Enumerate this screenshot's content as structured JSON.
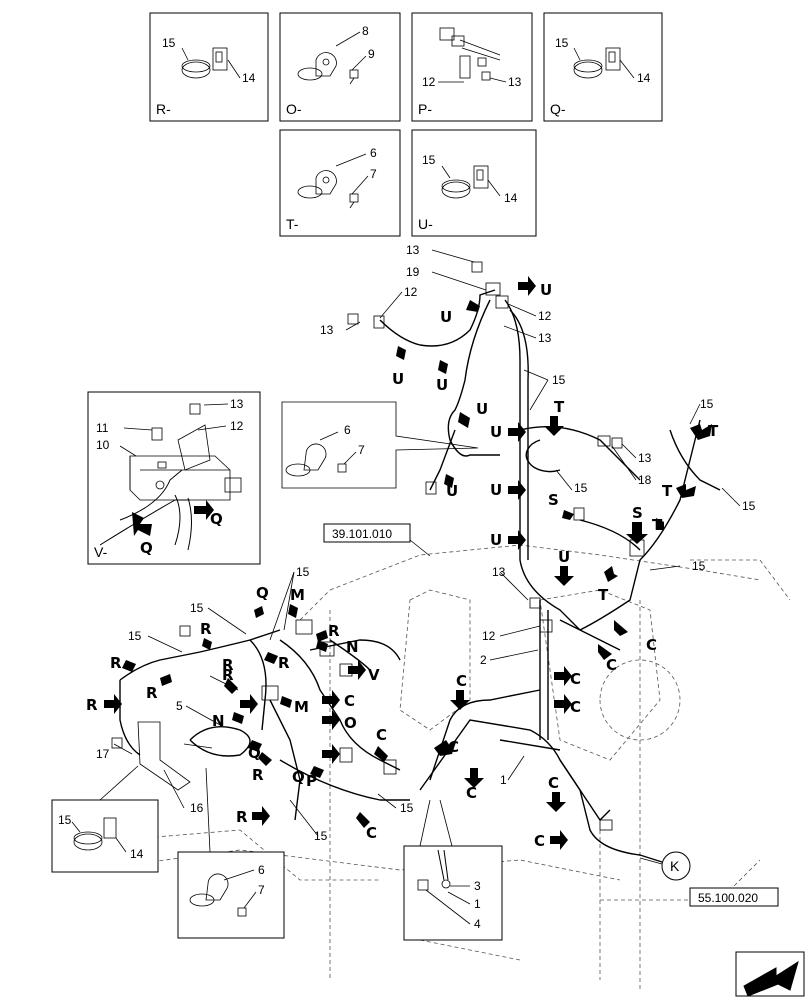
{
  "detail_boxes": [
    {
      "id": "R",
      "label": "R-",
      "parts": [
        "15",
        "14"
      ]
    },
    {
      "id": "O",
      "label": "O-",
      "parts": [
        "8",
        "9"
      ]
    },
    {
      "id": "P",
      "label": "P-",
      "parts": [
        "12",
        "13"
      ]
    },
    {
      "id": "Q",
      "label": "Q-",
      "parts": [
        "15",
        "14"
      ]
    },
    {
      "id": "T",
      "label": "T-",
      "parts": [
        "6",
        "7"
      ]
    },
    {
      "id": "U",
      "label": "U-",
      "parts": [
        "15",
        "14"
      ]
    },
    {
      "id": "V",
      "label": "V-",
      "parts": [
        "11",
        "13",
        "10",
        "12",
        "Q",
        "Q"
      ]
    },
    {
      "id": "mid",
      "label": "",
      "parts": [
        "6",
        "7"
      ]
    },
    {
      "id": "bl1",
      "label": "",
      "parts": [
        "15",
        "14"
      ]
    },
    {
      "id": "bl2",
      "label": "",
      "parts": [
        "6",
        "7"
      ]
    },
    {
      "id": "bc",
      "label": "",
      "parts": [
        "3",
        "1",
        "4"
      ]
    }
  ],
  "references": {
    "top": "39.101.010",
    "bottom": "55.100.020",
    "circle": "K"
  },
  "callouts": [
    "13",
    "19",
    "12",
    "13",
    "12",
    "13",
    "15",
    "13",
    "18",
    "15",
    "15",
    "15",
    "13",
    "12",
    "2",
    "15",
    "15",
    "15",
    "15",
    "5",
    "17",
    "16",
    "15",
    "1",
    "15"
  ],
  "view_arrows": [
    "U",
    "U",
    "U",
    "U",
    "U",
    "U",
    "U",
    "U",
    "U",
    "U",
    "T",
    "T",
    "T",
    "T",
    "S",
    "S",
    "C",
    "C",
    "C",
    "C",
    "C",
    "C",
    "C",
    "C",
    "C",
    "C",
    "C",
    "R",
    "R",
    "R",
    "R",
    "R",
    "R",
    "R",
    "R",
    "M",
    "M",
    "N",
    "N",
    "Q",
    "Q",
    "Q",
    "O",
    "P",
    "V"
  ]
}
